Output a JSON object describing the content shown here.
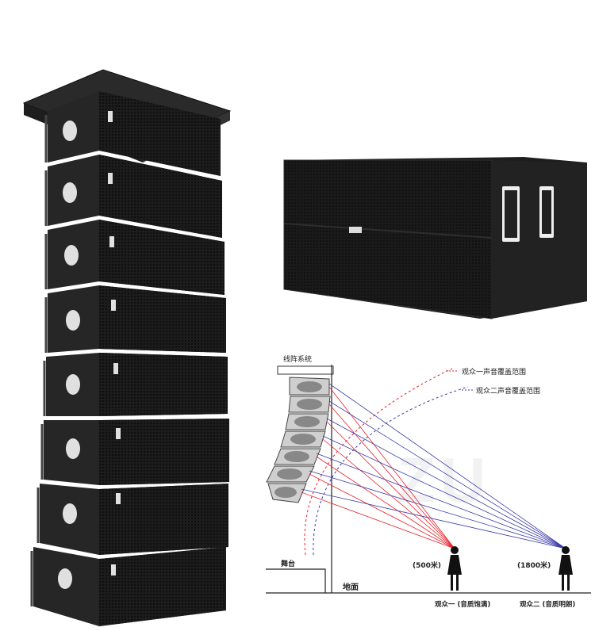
{
  "diagram": {
    "title": "线阵系统",
    "legend": {
      "coverage_1": "观众一声音覆盖范围",
      "coverage_2": "观众二声音覆盖范围"
    },
    "stage_label": "舞台",
    "ground_label": "地面",
    "distance_1": "(500米)",
    "distance_2": "(1800米)",
    "audience_1": "观众一 (音质饱满)",
    "audience_2": "观众二 (音质明朗)",
    "watermark": "ZU"
  },
  "colors": {
    "red_lines": "#e8202a",
    "blue_lines": "#3a3aa8",
    "speaker_body": "#1a1a1a"
  }
}
